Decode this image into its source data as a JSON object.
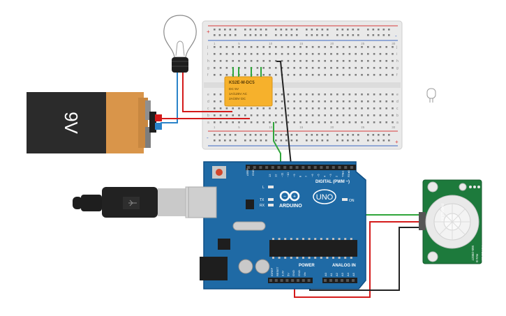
{
  "colors": {
    "arduino_blue": "#1f6aa5",
    "arduino_dark": "#0f4f86",
    "relay_yellow": "#f6b12c",
    "battery_orange": "#d9954a",
    "battery_dark": "#2b2b2b",
    "breadboard": "#e9e9e9",
    "rail_red": "#d83c3c",
    "rail_blue": "#3a66c4",
    "wire_red": "#d41a1a",
    "wire_green": "#2fa53a",
    "wire_black": "#222222",
    "wire_blue": "#2a83c9",
    "pir_green": "#1d7a3c"
  },
  "battery": {
    "label": "9V"
  },
  "relay": {
    "model": "KS2E-M-DC5",
    "line1": "DC 5V",
    "line2": "1A/125V AC",
    "line3": "2A/30V DC"
  },
  "breadboard": {
    "row_letters_top": [
      "j",
      "i",
      "h",
      "g",
      "f"
    ],
    "row_letters_bottom": [
      "e",
      "d",
      "c",
      "b",
      "a"
    ],
    "col_numbers": [
      "1",
      "5",
      "10",
      "15",
      "20",
      "25",
      "30"
    ],
    "plus": "+",
    "minus": "-"
  },
  "arduino": {
    "logo_text": "ARDUINO",
    "uno_text": "UNO",
    "digital_label": "DIGITAL (PWM ~)",
    "power_label": "POWER",
    "analog_label": "ANALOG IN",
    "led_l": "L",
    "led_tx": "TX",
    "led_rx": "RX",
    "led_on": "ON",
    "aref": "AREF",
    "gnd": "GND",
    "digital_pins": [
      "13",
      "12",
      "~11",
      "~10",
      "~9",
      "8",
      "7",
      "~6",
      "~5",
      "4",
      "~3",
      "2",
      "TX▸1",
      "RX◂0"
    ],
    "power_pins": [
      "IOREF",
      "RESET",
      "3.3V",
      "5V",
      "GND",
      "GND",
      "Vin"
    ],
    "analog_pins": [
      "A0",
      "A1",
      "A2",
      "A3",
      "A4",
      "A5"
    ]
  },
  "pir": {
    "brand": "PARALLAX",
    "part": "555-28027",
    "rev": "Rev B",
    "label": "PIR Sensor"
  }
}
